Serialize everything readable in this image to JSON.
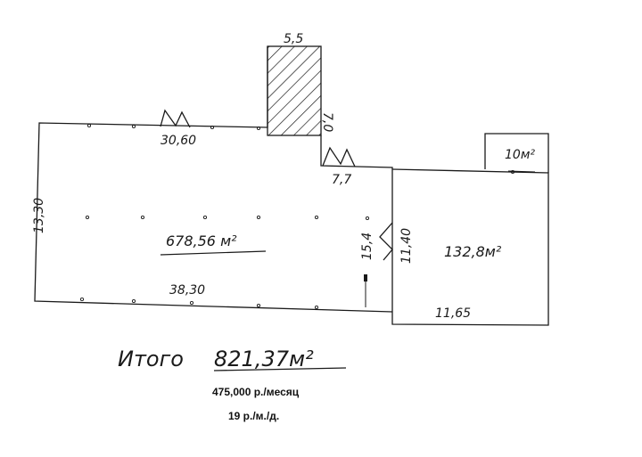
{
  "plan": {
    "labels": {
      "stub_top_width": "5,5",
      "stub_height": "7,0",
      "top_wall_left": "30,60",
      "door_right": "7,7",
      "left_wall": "13,30",
      "bottom_wall_main": "38,30",
      "partition_left": "15,4",
      "partition_right": "11,40",
      "bottom_wall_right": "11,65",
      "small_room": "10м²"
    },
    "rooms": {
      "main_area": "678,56 м²",
      "right_area": "132,8м²"
    }
  },
  "summary": {
    "total_word": "Итого",
    "total_value": "821,37м²",
    "price": "475,000 р./месяц",
    "rate": "19 р./м./д."
  },
  "colors": {
    "ink": "#1a1a1a",
    "background": "#ffffff"
  }
}
